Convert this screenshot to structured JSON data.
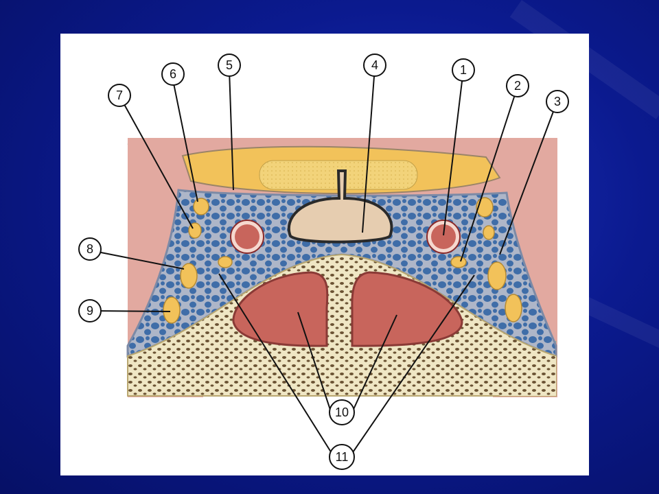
{
  "slide": {
    "background_color": "#0b1a8f",
    "panel_color": "#ffffff"
  },
  "figure": {
    "colors": {
      "mucosa_pink": "#e2a9a0",
      "sinus_red": "#c8655c",
      "bone_cream": "#efe6c4",
      "bone_spot": "#6b5334",
      "venous_blue": "#3f6da8",
      "fibrous_gray": "#aeb6c8",
      "nerve_yellow": "#f2c25a",
      "gland_tan": "#e0c39a",
      "ring_green": "#7fb79a"
    },
    "callouts": [
      {
        "id": "c1",
        "label": "1"
      },
      {
        "id": "c2",
        "label": "2"
      },
      {
        "id": "c3",
        "label": "3"
      },
      {
        "id": "c4",
        "label": "4"
      },
      {
        "id": "c5",
        "label": "5"
      },
      {
        "id": "c6",
        "label": "6"
      },
      {
        "id": "c7",
        "label": "7"
      },
      {
        "id": "c8",
        "label": "8"
      },
      {
        "id": "c9",
        "label": "9"
      },
      {
        "id": "c10",
        "label": "10"
      },
      {
        "id": "c11",
        "label": "11"
      }
    ]
  }
}
